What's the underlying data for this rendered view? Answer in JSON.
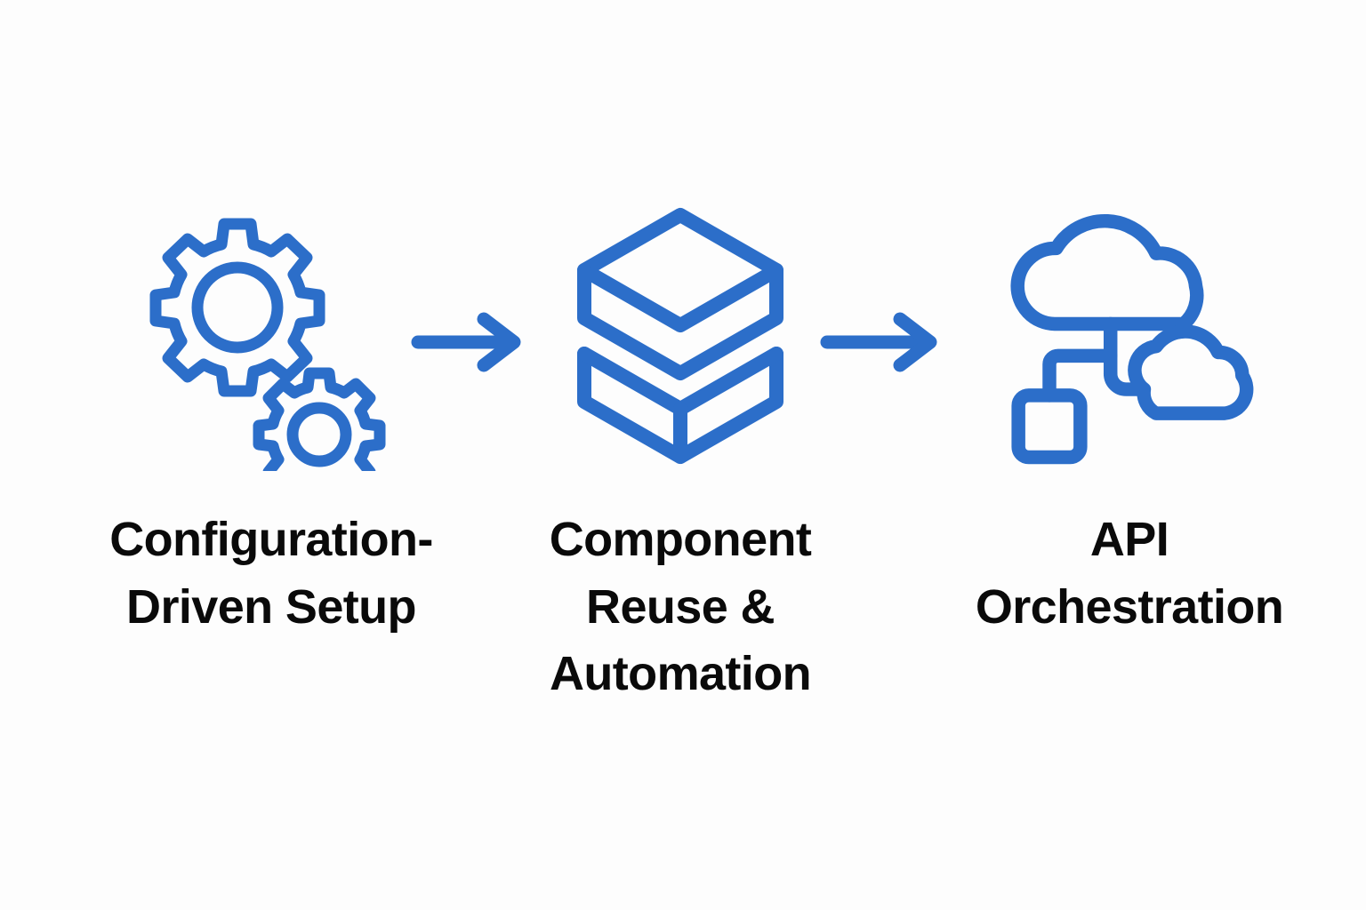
{
  "page": {
    "background_color": "#fdfdfd",
    "accent_color": "#2c6ec9",
    "text_color": "#0a0a0a",
    "type": "three-step horizontal process flow"
  },
  "flow": {
    "stages": [
      {
        "id": "configuration-driven-setup",
        "icon": "gears-icon",
        "label": "Configuration-\nDriven Setup"
      },
      {
        "id": "component-reuse-automation",
        "icon": "stacked-layers-icon",
        "label": "Component\nReuse &\nAutomation"
      },
      {
        "id": "api-orchestration",
        "icon": "cloud-network-icon",
        "label": "API\nOrchestration"
      }
    ],
    "connectors": [
      {
        "id": "arrow-1",
        "icon": "arrow-right-icon",
        "from": "configuration-driven-setup",
        "to": "component-reuse-automation"
      },
      {
        "id": "arrow-2",
        "icon": "arrow-right-icon",
        "from": "component-reuse-automation",
        "to": "api-orchestration"
      }
    ]
  }
}
